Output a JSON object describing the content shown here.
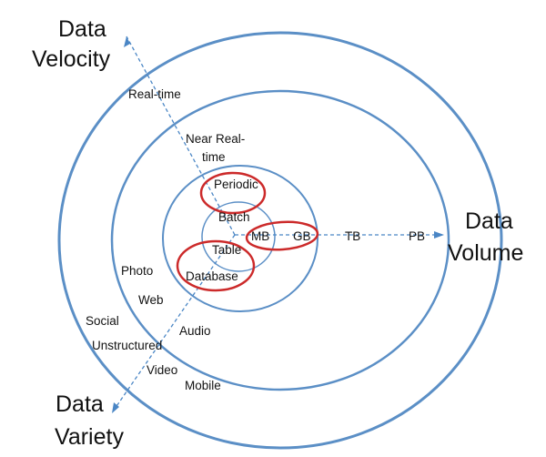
{
  "colors": {
    "ring": "#5b8fc6",
    "axis": "#4a86c5",
    "highlight": "#cc2a2a",
    "text": "#111111"
  },
  "axes": {
    "velocity": {
      "title_line1": "Data",
      "title_line2": "Velocity"
    },
    "volume": {
      "title_line1": "Data",
      "title_line2": "Volume"
    },
    "variety": {
      "title_line1": "Data",
      "title_line2": "Variety"
    }
  },
  "velocity_labels": [
    "Batch",
    "Periodic",
    "Near Real-",
    "time",
    "Real-time"
  ],
  "volume_labels": [
    "MB",
    "GB",
    "TB",
    "PB"
  ],
  "variety_labels": [
    "Table",
    "Database",
    "Photo",
    "Web",
    "Audio",
    "Social",
    "Unstructured",
    "Video",
    "Mobile"
  ],
  "highlighted": [
    "Periodic",
    "Database",
    "MB to GB"
  ]
}
